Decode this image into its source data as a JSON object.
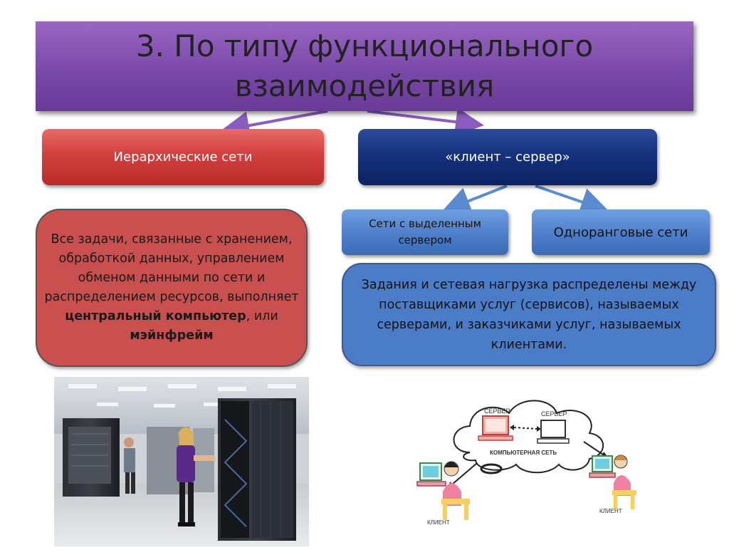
{
  "title": {
    "line1": "3. По типу функционального",
    "line2": "взаимодействия"
  },
  "hierarchical": {
    "label": "Иерархические сети",
    "description_parts": [
      "Все задачи, связанные с хранением, обработкой данных, управлением обменом данными по сети и распределением ресурсов, выполняет ",
      "центральный компьютер",
      ", или ",
      "мэйнфрейм"
    ]
  },
  "client_server": {
    "label": "«клиент – сервер»",
    "dedicated_line1": "Сети с выделенным",
    "dedicated_line2": "сервером",
    "peer": "Одноранговые сети",
    "description": "Задания и сетевая нагрузка распределены между поставщиками услуг (сервисов), называемых серверами, и заказчиками услуг, называемых клиентами."
  },
  "illustration": {
    "server_label_1": "СЕРВЕР",
    "server_label_2": "СЕРВЕР",
    "network_label": "КОМПЬЮТЕРНАЯ СЕТЬ",
    "client_label_1": "КЛИЕНТ",
    "client_label_2": "КЛИЕНТ"
  },
  "colors": {
    "title_bg": "#7a49a8",
    "hier_box": "#d2403e",
    "cs_box": "#14307a",
    "blue_box": "#4a7cc8",
    "red_desc": "#c9504e",
    "arrow_purple": "#8a5cc0",
    "arrow_blue": "#5a8ad0"
  }
}
